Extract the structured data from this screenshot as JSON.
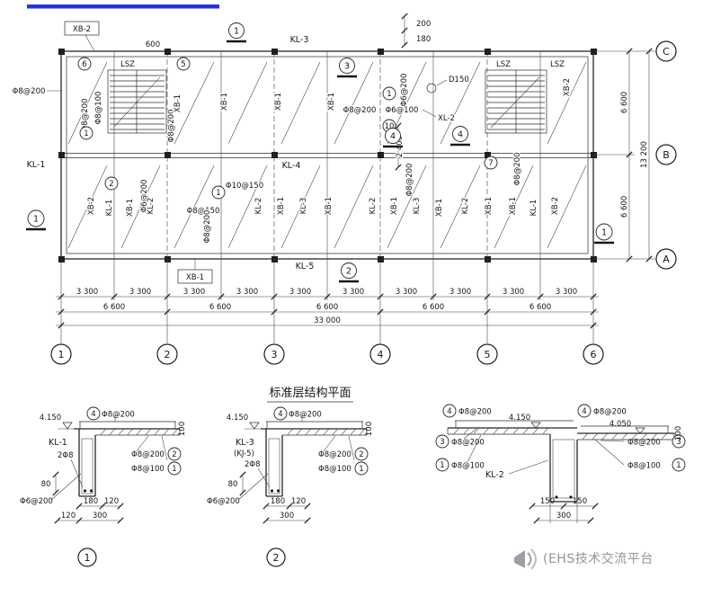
{
  "page": {
    "title": "标准层结构平面",
    "accent_blue": "#2633d6",
    "watermark_color": "#8f959c"
  },
  "plan": {
    "axis_cols": [
      "1",
      "2",
      "3",
      "4",
      "5",
      "6"
    ],
    "axis_rows": [
      "C",
      "B",
      "A"
    ],
    "dims": {
      "bay": "3 300",
      "double_bay": "6 600",
      "total": "33 000",
      "row": "6 600",
      "row_total": "13 200",
      "stair_width": "600",
      "corridor": "2 400",
      "d200": "200",
      "d180": "180"
    },
    "boxes": {
      "xb2": "XB-2",
      "xb1": "XB-1"
    },
    "beam_labels": {
      "kl1": "KL-1",
      "kl3": "KL-3",
      "kl4": "KL-4",
      "kl5": "KL-5",
      "xl2": "XL-2"
    },
    "stair_labels": [
      "LSZ",
      "LSZ",
      "LSZ"
    ],
    "hole_label": "D150",
    "callouts_h": [
      "Φ8@200",
      "Φ8@200",
      "Φ6@100",
      "Φ10@150",
      "Φ8@150"
    ],
    "callouts_v": [
      "Φ8@200",
      "Φ8@100",
      "Φ8@200",
      "Φ6@200",
      "Φ8@200",
      "Φ6@200",
      "Φ8@200",
      "Φ8@200"
    ],
    "rot_labels_top": [
      "XB-1",
      "XB-1",
      "XB-1",
      "XB-1",
      "XB-2"
    ],
    "rot_labels_bottom": [
      "XB-2",
      "KL-1",
      "XB-1",
      "KL-2",
      "KL-2",
      "XB-1",
      "KL-3",
      "XB-1",
      "KL-2",
      "XB-1",
      "KL-3",
      "XB-1",
      "KL-2",
      "XB-1",
      "XB-1",
      "KL-1",
      "XB-2"
    ],
    "circle_marks": [
      "6",
      "5",
      "1",
      "2",
      "1",
      "10",
      "1",
      "7"
    ],
    "section_marks": [
      "1",
      "3",
      "4",
      "4",
      "2",
      "1",
      "1"
    ]
  },
  "details": {
    "bubbles": [
      "1",
      "2"
    ],
    "d1": {
      "level": "4.150",
      "beam": "KL-1",
      "bottom_bars": "2Φ8",
      "stirrup": "Φ6@200",
      "top_mark": "4",
      "top_text": "Φ8@200",
      "mid_mark": "2",
      "mid_text": "Φ8@200",
      "low_mark": "1",
      "low_text": "Φ8@100",
      "thk": "100",
      "dim_80": "80",
      "dim_180": "180",
      "dim_120a": "120",
      "dim_120b": "120",
      "dim_300": "300"
    },
    "d2": {
      "level": "4.150",
      "beam": "KL-3",
      "beam_alt": "(KJ-5)",
      "bottom_bars": "2Φ8",
      "stirrup": "Φ6@200",
      "top_mark": "4",
      "top_text": "Φ8@200",
      "mid_mark": "2",
      "mid_text": "Φ8@200",
      "low_mark": "1",
      "low_text": "Φ8@100",
      "thk": "100",
      "dim_80": "80",
      "dim_180": "180",
      "dim_120a": "120",
      "dim_300": "300"
    },
    "d3": {
      "level_left": "4.150",
      "level_right": "4.050",
      "beam": "KL-2",
      "top_left_mark": "4",
      "top_left_text": "Φ8@200",
      "top_right_mark": "4",
      "top_right_text": "Φ8@200",
      "left_mid_mark": "3",
      "left_mid_text": "Φ8@200",
      "left_low_mark": "1",
      "left_low_text": "Φ8@100",
      "right_mid_mark": "3",
      "right_mid_text": "Φ8@200",
      "right_low_mark": "1",
      "right_low_text": "Φ8@100",
      "thk": "100",
      "dim_150a": "150",
      "dim_150b": "150",
      "dim_300": "300"
    }
  },
  "watermark": {
    "text": "(EHS技术交流平台"
  }
}
